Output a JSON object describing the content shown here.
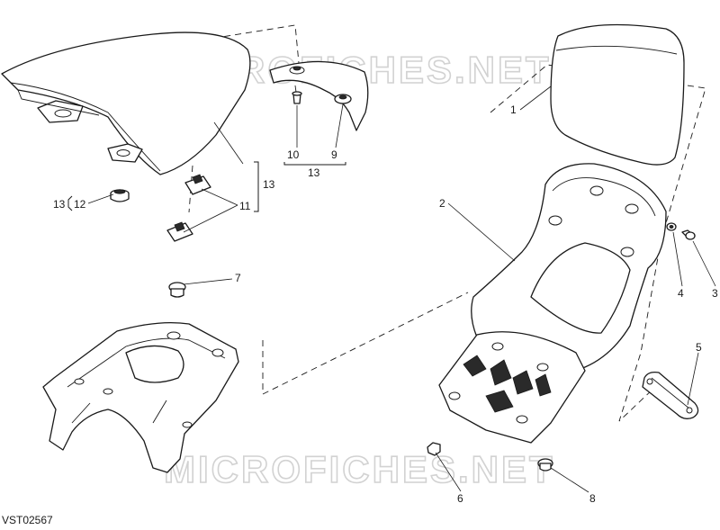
{
  "watermark": "MICROFICHES.NET",
  "drawing_code": "VST02567",
  "callouts": {
    "c1": "1",
    "c2": "2",
    "c3": "3",
    "c4": "4",
    "c5": "5",
    "c6": "6",
    "c7": "7",
    "c8": "8",
    "c9": "9",
    "c10": "10",
    "c11": "11",
    "c12": "12",
    "c13a": "13",
    "c13b": "13",
    "c13c": "13"
  }
}
